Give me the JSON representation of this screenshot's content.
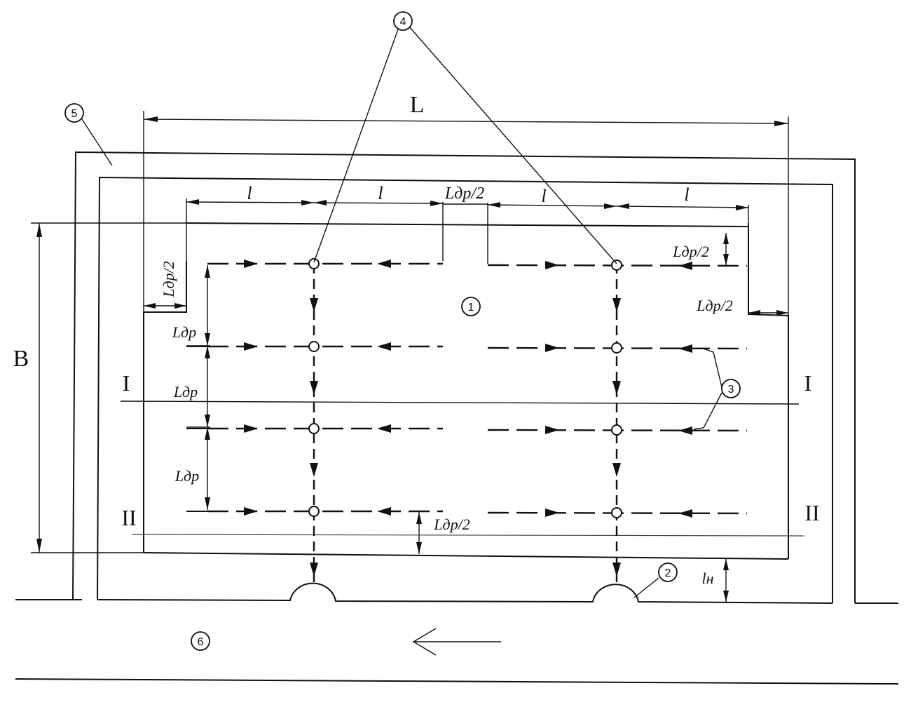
{
  "labels": {
    "length_total": "L",
    "width_total": "B",
    "spacing": "l",
    "half_drain": "Lдр/2",
    "drain": "Lдр",
    "setback": "lн",
    "section_1": "I",
    "section_2": "II"
  },
  "callouts": {
    "c1": "1",
    "c2": "2",
    "c3": "3",
    "c4": "4",
    "c5": "5",
    "c6": "6"
  }
}
